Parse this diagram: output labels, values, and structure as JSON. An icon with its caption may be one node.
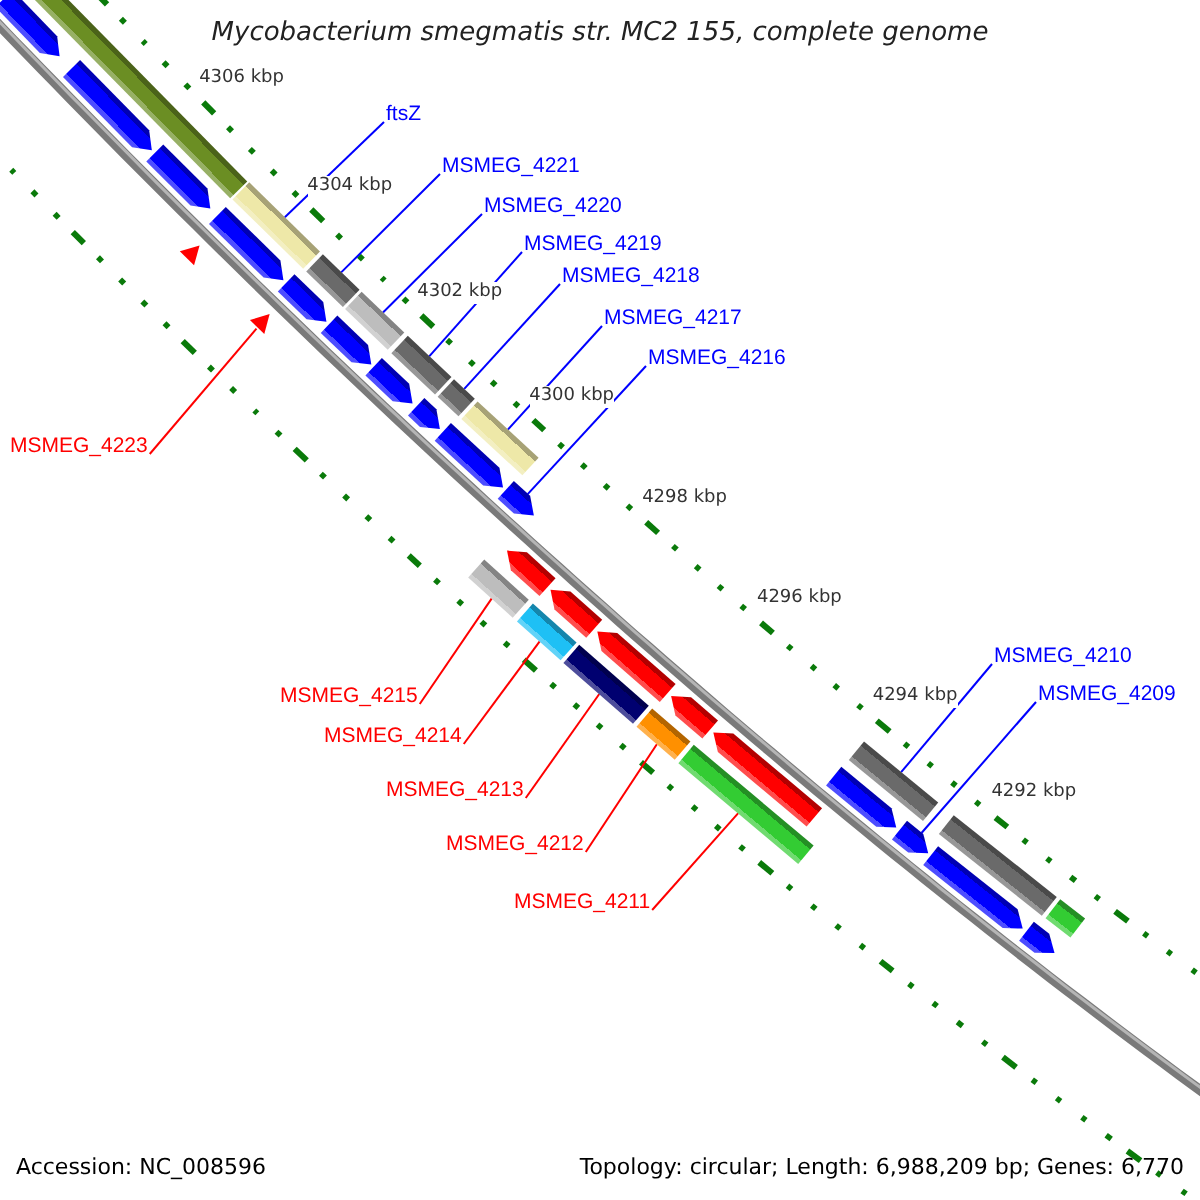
{
  "diagram": {
    "title": "Mycobacterium smegmatis str. MC2 155, complete genome",
    "nodes": [
      {
        "text": [
          "ftsZ"
        ]
      },
      {
        "text": [
          "MSMEG_4221"
        ]
      },
      {
        "text": [
          "MSMEG_4220"
        ]
      },
      {
        "text": [
          "MSMEG_4219"
        ]
      },
      {
        "text": [
          "MSMEG_4218"
        ]
      },
      {
        "text": [
          "MSMEG_4217"
        ]
      },
      {
        "text": [
          "MSMEG_4216"
        ]
      },
      {
        "text": [
          "MSMEG_4223"
        ]
      },
      {
        "text": [
          "MSMEG_4210"
        ]
      },
      {
        "text": [
          "MSMEG_4209"
        ]
      },
      {
        "text": [
          "MSMEG_4215"
        ]
      },
      {
        "text": [
          "MSMEG_4214"
        ]
      },
      {
        "text": [
          "MSMEG_4213"
        ]
      },
      {
        "text": [
          "MSMEG_4212"
        ]
      },
      {
        "text": [
          "MSMEG_4211"
        ]
      },
      {
        "text": [],
        "shape": "arrow"
      },
      {
        "text": [],
        "shape": "arrow"
      },
      {
        "text": [],
        "shape": "bar"
      },
      {
        "text": [],
        "shape": "arrow"
      },
      {
        "text": [],
        "shape": "triangle"
      },
      {
        "text": [],
        "shape": "arrow"
      },
      {
        "text": [],
        "shape": "triangle"
      },
      {
        "text": [],
        "shape": "bar"
      },
      {
        "text": [],
        "shape": "arrow"
      },
      {
        "text": [],
        "shape": "bar"
      },
      {
        "text": [],
        "shape": "arrow"
      },
      {
        "text": [],
        "shape": "bar"
      },
      {
        "text": [],
        "shape": "arrow"
      },
      {
        "text": [],
        "shape": "bar"
      },
      {
        "text": [],
        "shape": "arrow"
      },
      {
        "text": [],
        "shape": "bar"
      },
      {
        "text": [],
        "shape": "arrow"
      },
      {
        "text": [],
        "shape": "bar"
      },
      {
        "text": [],
        "shape": "bar"
      },
      {
        "text": [],
        "shape": "arrow"
      },
      {
        "text": [],
        "shape": "arrow"
      },
      {
        "text": [],
        "shape": "bar"
      },
      {
        "text": [],
        "shape": "arrow"
      },
      {
        "text": [],
        "shape": "bar"
      },
      {
        "text": [],
        "shape": "arrow"
      },
      {
        "text": [],
        "shape": "bar"
      },
      {
        "text": [],
        "shape": "arrow"
      },
      {
        "text": [],
        "shape": "bar"
      },
      {
        "text": [],
        "shape": "arrow"
      },
      {
        "text": [],
        "shape": "arrow"
      },
      {
        "text": [],
        "shape": "bar"
      },
      {
        "text": [],
        "shape": "arrow"
      },
      {
        "text": [],
        "shape": "arrow"
      },
      {
        "text": [],
        "shape": "bar"
      },
      {
        "text": [],
        "shape": "arrow"
      },
      {
        "text": [],
        "shape": "bar"
      }
    ],
    "edges": [
      {
        "from": 0,
        "to": 22,
        "arrow": "none"
      },
      {
        "from": 1,
        "to": 24,
        "arrow": "none"
      },
      {
        "from": 2,
        "to": 26,
        "arrow": "none"
      },
      {
        "from": 3,
        "to": 28,
        "arrow": "none"
      },
      {
        "from": 4,
        "to": 30,
        "arrow": "none"
      },
      {
        "from": 5,
        "to": 33,
        "arrow": "none"
      },
      {
        "from": 6,
        "to": 34,
        "arrow": "none"
      },
      {
        "from": 7,
        "to": 21,
        "arrow": "none",
        "color": "#ff0000"
      },
      {
        "from": 8,
        "to": 45,
        "arrow": "none"
      },
      {
        "from": 9,
        "to": 46,
        "arrow": "none"
      },
      {
        "from": 10,
        "to": 32,
        "arrow": "none",
        "color": "#ff0000"
      },
      {
        "from": 11,
        "to": 36,
        "arrow": "none",
        "color": "#ff0000"
      },
      {
        "from": 12,
        "to": 38,
        "arrow": "none",
        "color": "#ff0000"
      },
      {
        "from": 13,
        "to": 40,
        "arrow": "none",
        "color": "#ff0000"
      },
      {
        "from": 14,
        "to": 42,
        "arrow": "none",
        "color": "#ff0000"
      }
    ],
    "labels": [
      "4306 kbp",
      "4304 kbp",
      "4302 kbp",
      "4300 kbp",
      "4298 kbp",
      "4296 kbp",
      "4294 kbp",
      "4292 kbp",
      "Accession: NC_008596",
      "Topology: circular; Length: 6,988,209 bp; Genes: 6,770"
    ]
  }
}
